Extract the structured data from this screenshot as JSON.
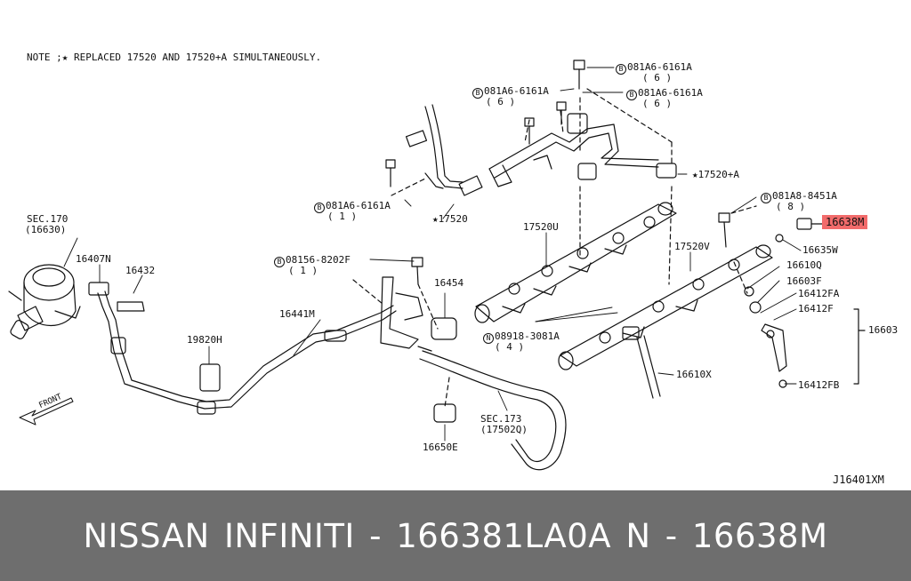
{
  "diagram": {
    "note": "NOTE ;★ REPLACED 17520 AND 17520+A SIMULTANEOUSLY.",
    "drawing_code": "J16401XM",
    "front_arrow": "FRONT",
    "callouts": {
      "bolt_top_right": "081A6-6161A",
      "bolt_top_right_qty": "( 6 )",
      "bolt_top_left": "081A6-6161A",
      "bolt_top_left_qty": "( 6 )",
      "bolt_top_mid": "081A6-6161A",
      "bolt_top_mid_qty": "( 6 )",
      "p17520a": "★17520+A",
      "bolt_pipe": "081A6-6161A",
      "bolt_pipe_qty": "( 1 )",
      "p17520": "★17520",
      "bolt_sensor": "081A8-8451A",
      "bolt_sensor_qty": "( 8 )",
      "p16638m": "16638M",
      "p16635w": "16635W",
      "p17520u": "17520U",
      "p17520v": "17520V",
      "p16610q": "16610Q",
      "p16603f": "16603F",
      "p16412fa": "16412FA",
      "p16412f": "16412F",
      "p16603": "16603",
      "p16412fb": "16412FB",
      "p16610x": "16610X",
      "nut": "08918-3081A",
      "nut_qty": "( 4 )",
      "sec170": "SEC.170",
      "sec170_ref": "(16630)",
      "p16407n": "16407N",
      "p16432": "16432",
      "bolt_bracket": "08156-8202F",
      "bolt_bracket_qty": "( 1 )",
      "p16454": "16454",
      "p16441m": "16441M",
      "p19820h": "19820H",
      "sec173": "SEC.173",
      "sec173_ref": "(17502Q)",
      "p16650e": "16650E",
      "circle_b": "B",
      "circle_n": "N"
    }
  },
  "footer": {
    "title": "NISSAN  INFINITI - 166381LA0A     N - 16638M"
  },
  "colors": {
    "highlight": "#f26b6b",
    "footer_bg": "#6e6e6e",
    "footer_text": "#ffffff",
    "line": "#111111"
  }
}
